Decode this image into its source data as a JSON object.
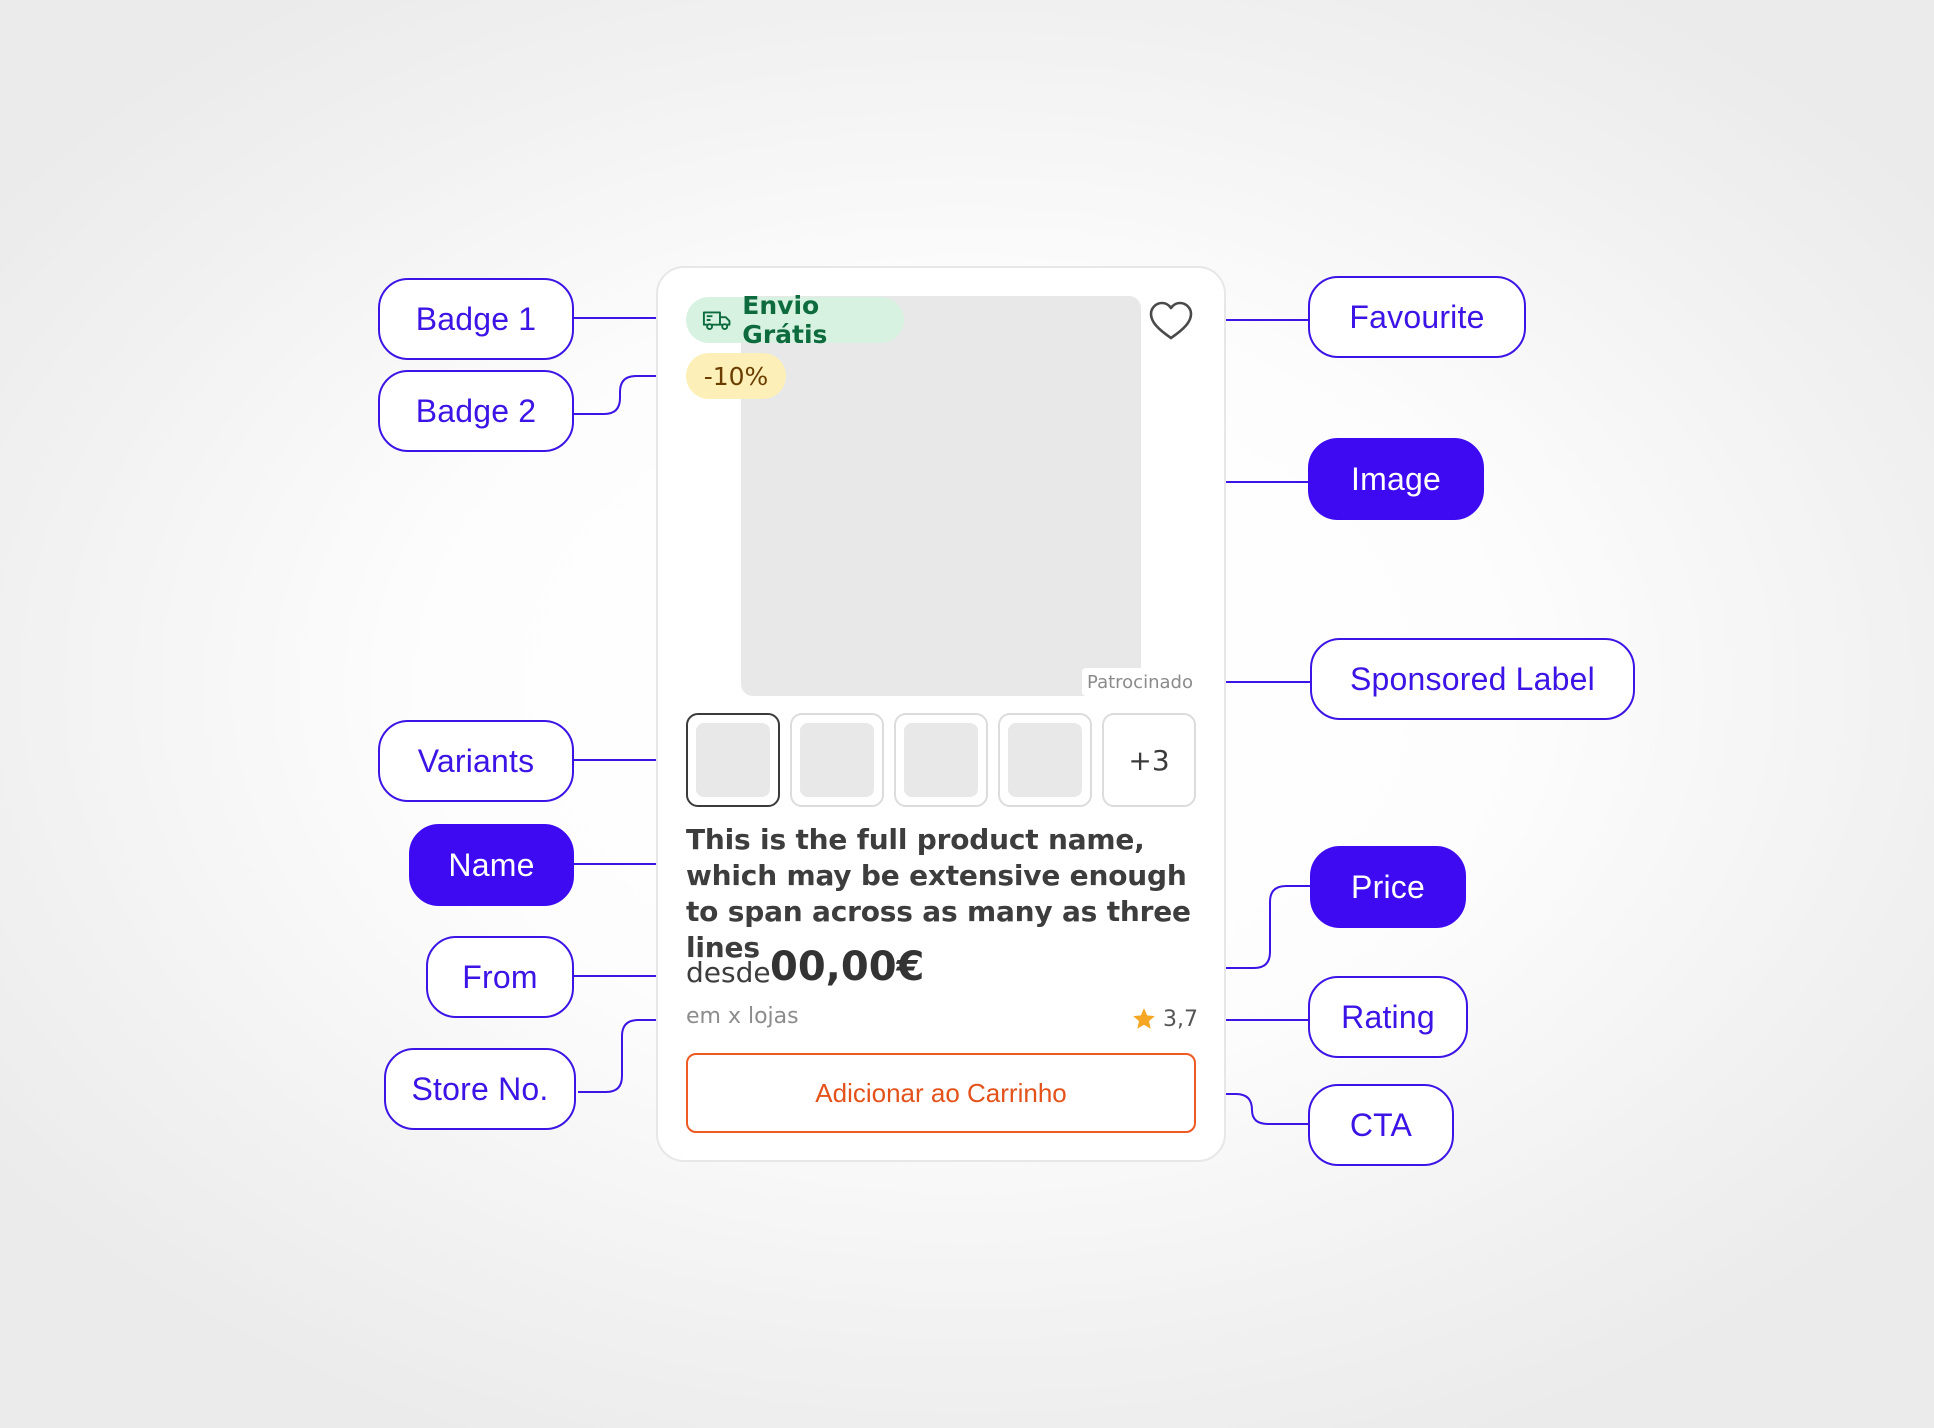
{
  "card": {
    "badge_1": "Envio Grátis",
    "badge_2": "-10%",
    "sponsored": "Patrocinado",
    "variants_more": "+3",
    "product_name": "This is the full product name, which may be extensive enough to span across as many as three lines",
    "from": "desde",
    "price": "00,00€",
    "stores": "em x lojas",
    "rating": "3,7",
    "cta": "Adicionar ao Carrinho"
  },
  "annotations": {
    "badge_1": "Badge 1",
    "badge_2": "Badge 2",
    "variants": "Variants",
    "name": "Name",
    "from": "From",
    "store_no": "Store No.",
    "favourite": "Favourite",
    "image": "Image",
    "sponsored_label": "Sponsored Label",
    "price": "Price",
    "rating": "Rating",
    "cta": "CTA"
  },
  "icons": [
    "truck-icon",
    "heart-icon",
    "star-icon"
  ],
  "colors": {
    "annotation_accent": "#3d14e6",
    "badge_1_bg": "#d7f2e1",
    "badge_2_bg": "#fcefb8",
    "cta_accent": "#ee5a24",
    "star": "#f5a623"
  }
}
